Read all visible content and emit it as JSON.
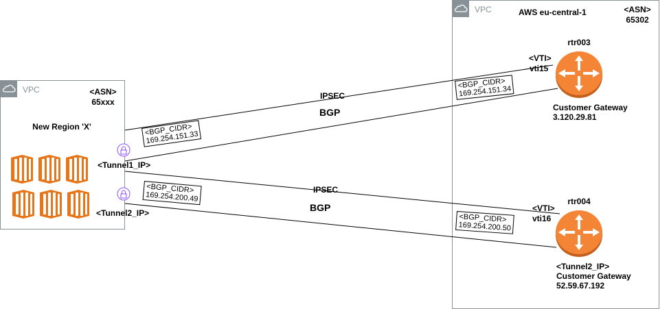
{
  "left_vpc": {
    "label": "VPC",
    "asn_label": "<ASN>",
    "asn_value": "65xxx",
    "region": "New Region 'X'",
    "tunnel1": "<Tunnel1_IP>",
    "tunnel2": "<Tunnel2_IP>",
    "cidr1": {
      "tag": "<BGP_CIDR>",
      "value": "169.254.151.33"
    },
    "cidr2": {
      "tag": "<BGP_CIDR>",
      "value": "169.254.200.49"
    }
  },
  "right_vpc": {
    "label": "VPC",
    "region": "AWS eu-central-1",
    "asn_label": "<ASN>",
    "asn_value": "65302",
    "rtr003": {
      "name": "rtr003",
      "vti_tag": "<VTI>",
      "vti": "vti15",
      "cidr_tag": "<BGP_CIDR>",
      "cidr": "169.254.151.34",
      "role": "Customer Gateway",
      "ip": "3.120.29.81"
    },
    "rtr004": {
      "name": "rtr004",
      "vti_tag": "<VTI>",
      "vti": "vti16",
      "cidr_tag": "<BGP_CIDR>",
      "cidr": "169.254.200.50",
      "tunnel_tag": "<Tunnel2_IP>",
      "role": "Customer Gateway",
      "ip": "52.59.67.192"
    }
  },
  "links": {
    "ipsec1": "IPSEC",
    "bgp1": "BGP",
    "ipsec2": "IPSEC",
    "bgp2": "BGP"
  },
  "colors": {
    "router": "#F58536",
    "compute": "#E7751A",
    "vpc_border": "#879196",
    "lock": "#8C4FFF"
  },
  "icons": [
    "cloud-icon",
    "router-icon",
    "ec2-instance-icon",
    "lock-icon"
  ]
}
